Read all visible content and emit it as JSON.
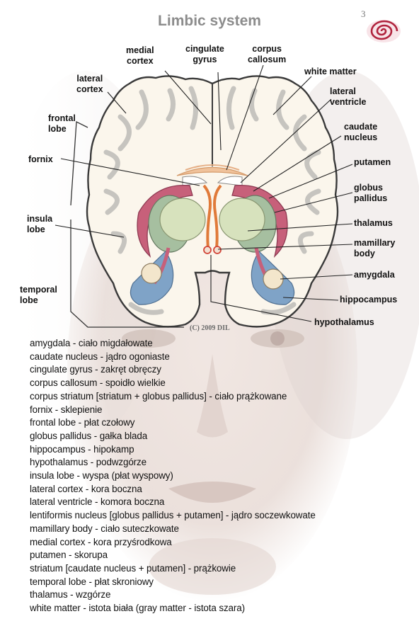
{
  "header": {
    "title": "Limbic system",
    "page_number": "3"
  },
  "diagram": {
    "labels": {
      "medial_cortex": [
        "medial",
        "cortex"
      ],
      "cingulate_gyrus": [
        "cingulate",
        "gyrus"
      ],
      "corpus_callosum": [
        "corpus",
        "callosum"
      ],
      "white_matter": [
        "white matter"
      ],
      "lateral_cortex": [
        "lateral",
        "cortex"
      ],
      "lateral_ventricle": [
        "lateral",
        "ventricle"
      ],
      "frontal_lobe": [
        "frontal",
        "lobe"
      ],
      "caudate_nucleus": [
        "caudate",
        "nucleus"
      ],
      "fornix": [
        "fornix"
      ],
      "putamen": [
        "putamen"
      ],
      "globus_pallidus": [
        "globus",
        "pallidus"
      ],
      "insula_lobe": [
        "insula",
        "lobe"
      ],
      "thalamus": [
        "thalamus"
      ],
      "mamillary_body": [
        "mamillary",
        "body"
      ],
      "amygdala": [
        "amygdala"
      ],
      "temporal_lobe": [
        "temporal",
        "lobe"
      ],
      "hippocampus": [
        "hippocampus"
      ],
      "hypothalamus": [
        "hypothalamus"
      ]
    },
    "copyright": "(C) 2009 DIL",
    "colors": {
      "cortex_outline": "#3a3a3a",
      "white_matter": "#fbf6ec",
      "caudate": "#c7607a",
      "putamen": "#a6bfa0",
      "thalamus": "#d7e2bd",
      "hippocampus": "#7fa3c7",
      "amygdala": "#f3e6cc",
      "fornix": "#e07a3a",
      "background_skin": "#e9ddd8"
    }
  },
  "glossary": [
    "amygdala - ciało migdałowate",
    "caudate nucleus - jądro ogoniaste",
    "cingulate gyrus - zakręt obręczy",
    "corpus callosum - spoidło wielkie",
    "corpus striatum [striatum + globus pallidus] - ciało prążkowane",
    "fornix - sklepienie",
    "frontal lobe - płat czołowy",
    "globus pallidus - gałka blada",
    "hippocampus - hipokamp",
    "hypothalamus - podwzgórze",
    "insula lobe - wyspa (płat wyspowy)",
    "lateral cortex - kora boczna",
    "lateral ventricle - komora boczna",
    "lentiformis nucleus [globus pallidus + putamen] - jądro soczewkowate",
    "mamillary body - ciało suteczkowate",
    "medial cortex - kora przyśrodkowa",
    "putamen - skorupa",
    "striatum [caudate nucleus + putamen] - prążkowie",
    "temporal lobe - płat skroniowy",
    "thalamus - wzgórze",
    "white matter - istota biała (gray matter - istota szara)"
  ]
}
